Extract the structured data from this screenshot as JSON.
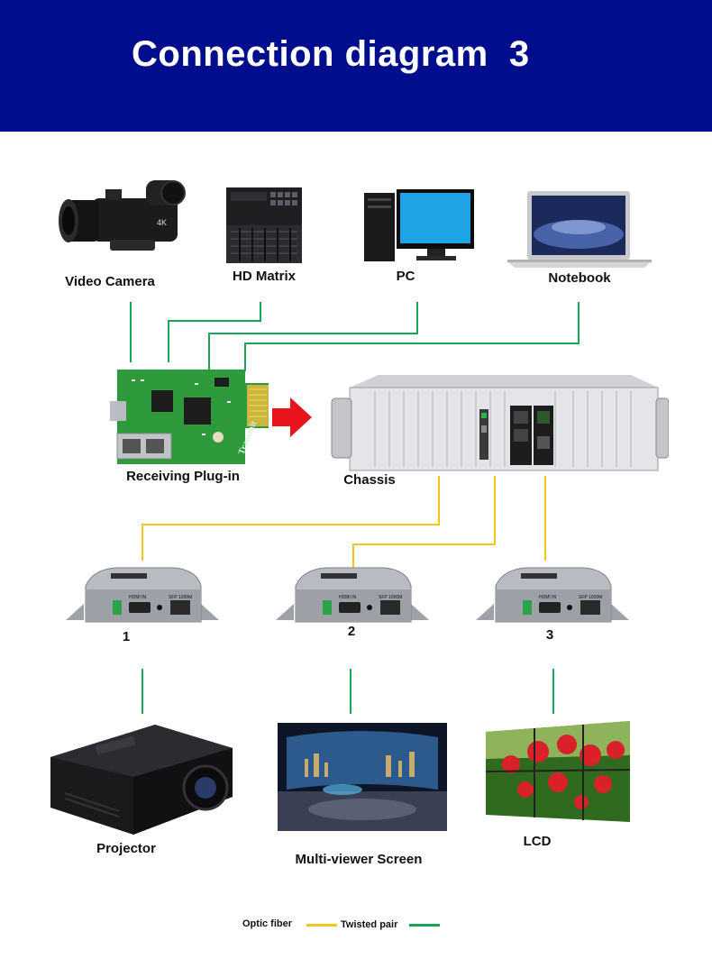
{
  "title": "Connection diagram  3",
  "sources": {
    "video_camera": "Video Camera",
    "hd_matrix": "HD Matrix",
    "pc": "PC",
    "notebook": "Notebook"
  },
  "middle": {
    "receiving_plugin": "Receiving Plug-in",
    "chassis": "Chassis",
    "plugin_brand": "Transmit"
  },
  "receivers": {
    "r1": "1",
    "r2": "2",
    "r3": "3",
    "port_hdmi": "HDMI IN",
    "port_sfp": "SFP 1000M"
  },
  "displays": {
    "projector": "Projector",
    "multiviewer": "Multi-viewer Screen",
    "lcd": "LCD"
  },
  "legend": {
    "optic_fiber": "Optic fiber",
    "twisted_pair": "Twisted pair"
  },
  "colors": {
    "header": "#000d8c",
    "optic_fiber": "#f5c418",
    "twisted_pair": "#1aa558",
    "arrow": "#e8141b"
  }
}
